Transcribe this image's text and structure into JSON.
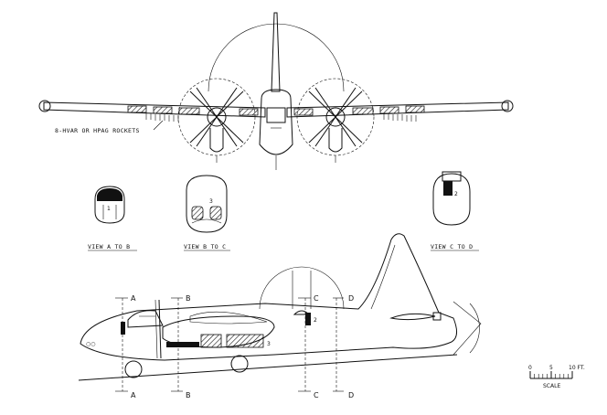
{
  "labels": {
    "rockets": "8-HVAR OR HPAG ROCKETS",
    "view_a_b": "VIEW A TO B",
    "view_b_c": "VIEW B TO C",
    "view_c_d": "VIEW C TO D",
    "station_1": "1",
    "station_2": "2",
    "station_3": "3"
  },
  "section_marks": {
    "a": "A",
    "b": "B",
    "c": "C",
    "d": "D"
  },
  "scale": {
    "title": "SCALE",
    "tick_0": "0",
    "tick_5": "5",
    "tick_10": "10 FT."
  }
}
